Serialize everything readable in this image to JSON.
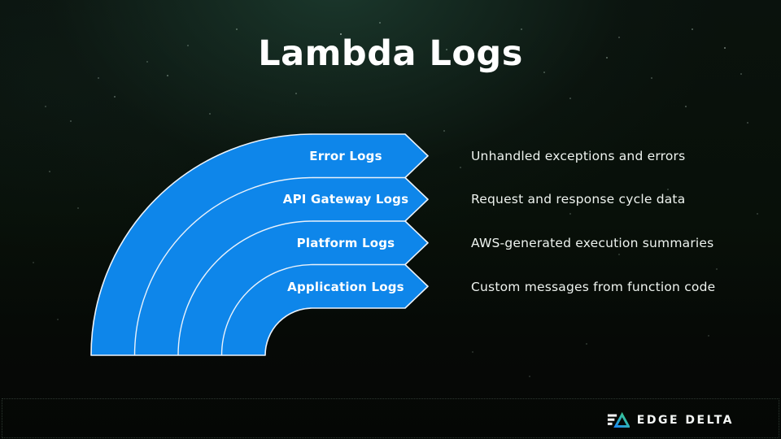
{
  "slide": {
    "title": "Lambda Logs",
    "bands": [
      {
        "label": "Error Logs",
        "description": "Unhandled exceptions and errors"
      },
      {
        "label": "API Gateway Logs",
        "description": "Request and response cycle data"
      },
      {
        "label": "Platform Logs",
        "description": "AWS-generated execution summaries"
      },
      {
        "label": "Application Logs",
        "description": "Custom messages from function code"
      }
    ],
    "colors": {
      "band_fill": "#0E86EA",
      "band_stroke": "#EAF2FB",
      "title_text": "#FFFFFF",
      "description_text": "#EEF3EF",
      "background_glow": "#1C3A2E",
      "logo_green": "#3ED382",
      "logo_blue": "#1E8CF0"
    },
    "footer": {
      "brand": "EDGE DELTA"
    }
  }
}
